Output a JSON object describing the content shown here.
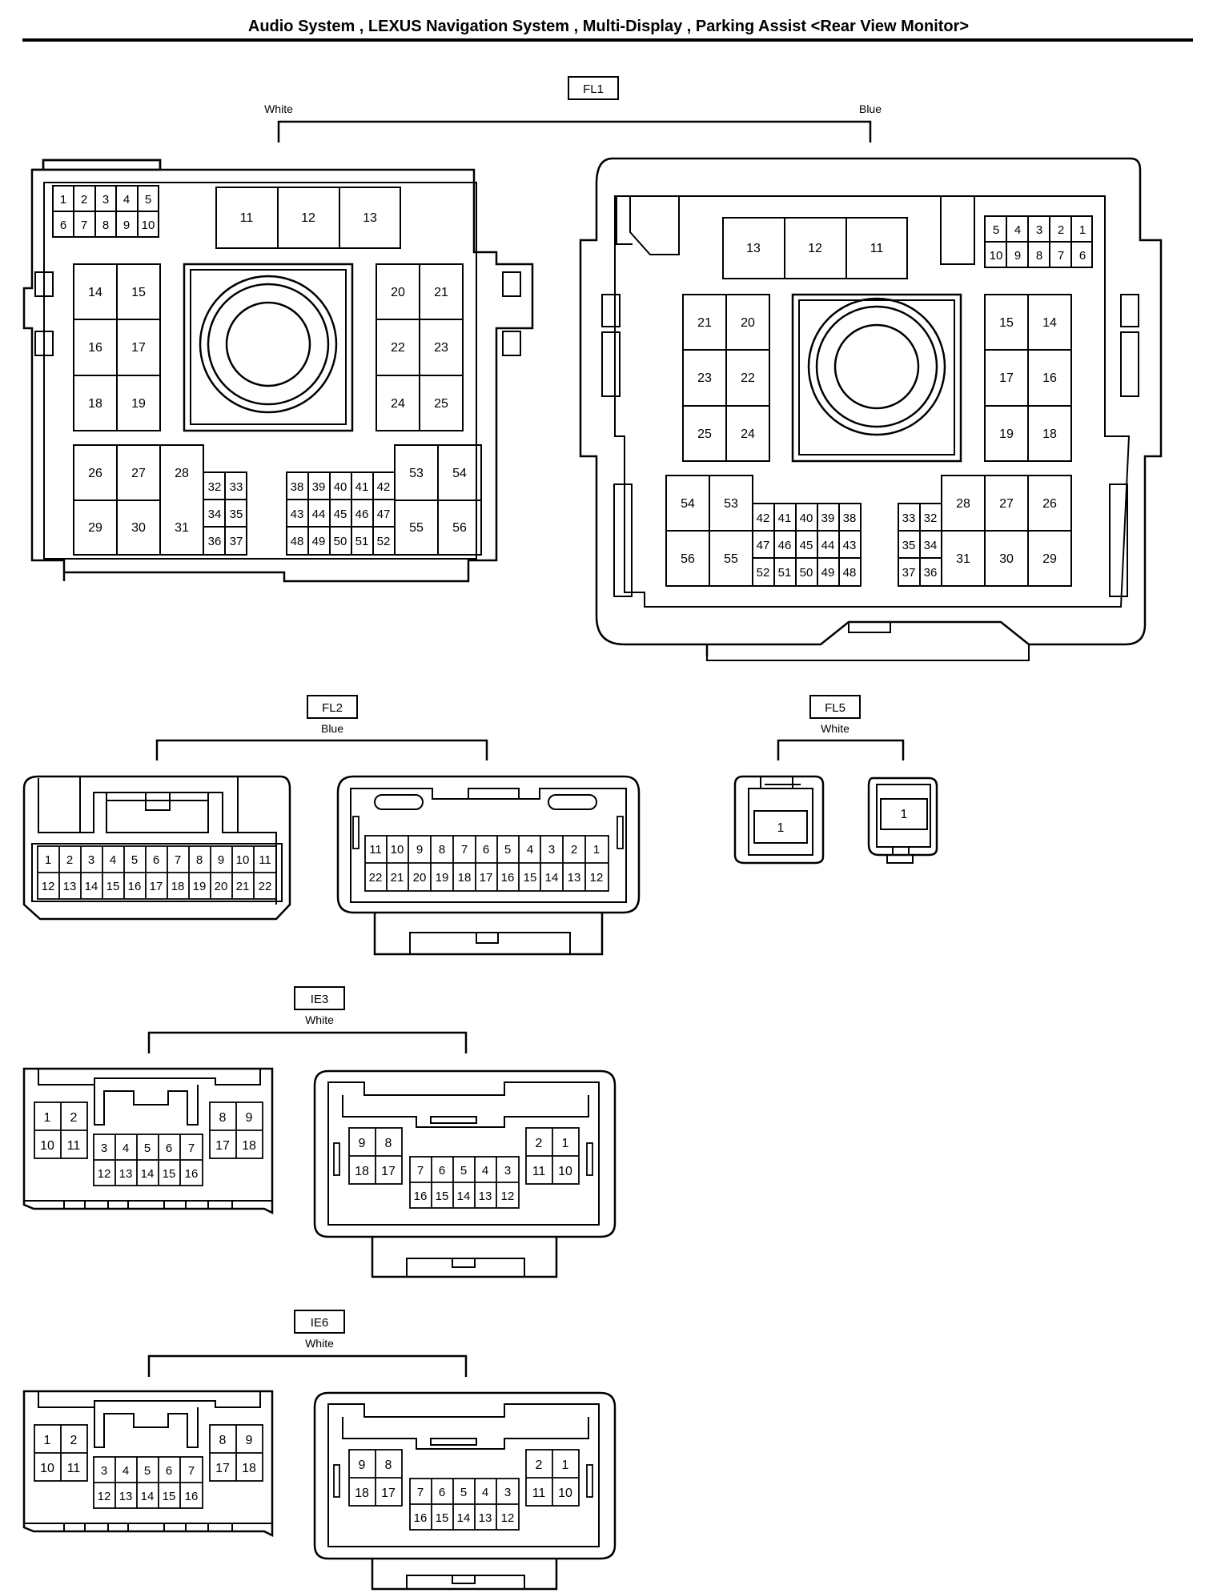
{
  "page": {
    "title": "Audio System , LEXUS Navigation System , Multi-Display , Parking Assist <Rear View Monitor>"
  },
  "connectors": {
    "fl1": {
      "id": "FL1",
      "left_color": "White",
      "right_color": "Blue"
    },
    "fl2": {
      "id": "FL2",
      "color": "Blue"
    },
    "fl5": {
      "id": "FL5",
      "color": "White"
    },
    "ie3": {
      "id": "IE3",
      "color": "White"
    },
    "ie6": {
      "id": "IE6",
      "color": "White"
    }
  }
}
